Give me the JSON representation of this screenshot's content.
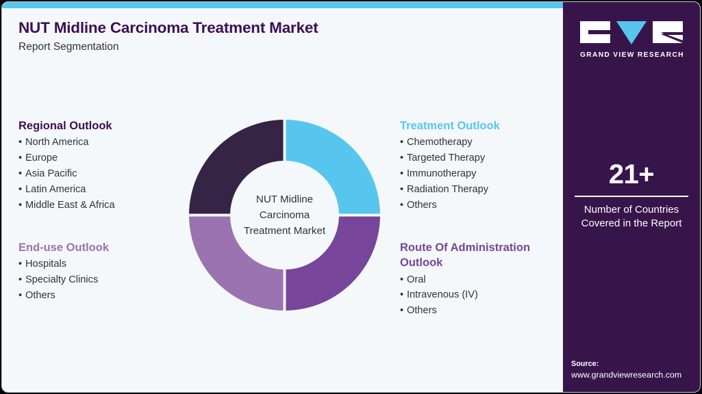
{
  "header": {
    "title": "NUT Midline Carcinoma Treatment Market",
    "subtitle": "Report Segmentation"
  },
  "top_bar_color": "#56c6ef",
  "card_background": "#f4f8fa",
  "sidebar": {
    "background": "#37154b",
    "logo": {
      "wordmark": "GRAND VIEW RESEARCH",
      "mark_letters": "GVR",
      "triangle_color": "#56c6ef",
      "block_color": "#ffffff"
    },
    "stat": {
      "number": "21+",
      "label_line1": "Number of Countries",
      "label_line2": "Covered in the Report"
    },
    "source": {
      "title": "Source:",
      "url": "www.grandviewresearch.com"
    }
  },
  "donut": {
    "center_line1": "NUT Midline",
    "center_line2": "Carcinoma",
    "center_line3": "Treatment Market",
    "segments": [
      {
        "name": "Treatment Outlook",
        "color": "#56c6ef",
        "share": 25
      },
      {
        "name": "Route Of Administration Outlook",
        "color": "#77459a",
        "share": 25
      },
      {
        "name": "End-use Outlook",
        "color": "#9a73b0",
        "share": 25
      },
      {
        "name": "Regional Outlook",
        "color": "#352446",
        "share": 25
      }
    ]
  },
  "outlooks": {
    "regional": {
      "heading": "Regional Outlook",
      "color": "#3b1053",
      "items": [
        "North America",
        "Europe",
        "Asia Pacific",
        "Latin America",
        "Middle East & Africa"
      ]
    },
    "enduse": {
      "heading": "End-use Outlook",
      "color": "#9a73b0",
      "items": [
        "Hospitals",
        "Specialty Clinics",
        "Others"
      ]
    },
    "treatment": {
      "heading": "Treatment Outlook",
      "color": "#56c6ef",
      "items": [
        "Chemotherapy",
        "Targeted Therapy",
        "Immunotherapy",
        "Radiation Therapy",
        "Others"
      ]
    },
    "route": {
      "heading": "Route Of Administration Outlook",
      "color": "#77459a",
      "items": [
        "Oral",
        "Intravenous (IV)",
        "Others"
      ]
    }
  },
  "bullet_char": "•"
}
